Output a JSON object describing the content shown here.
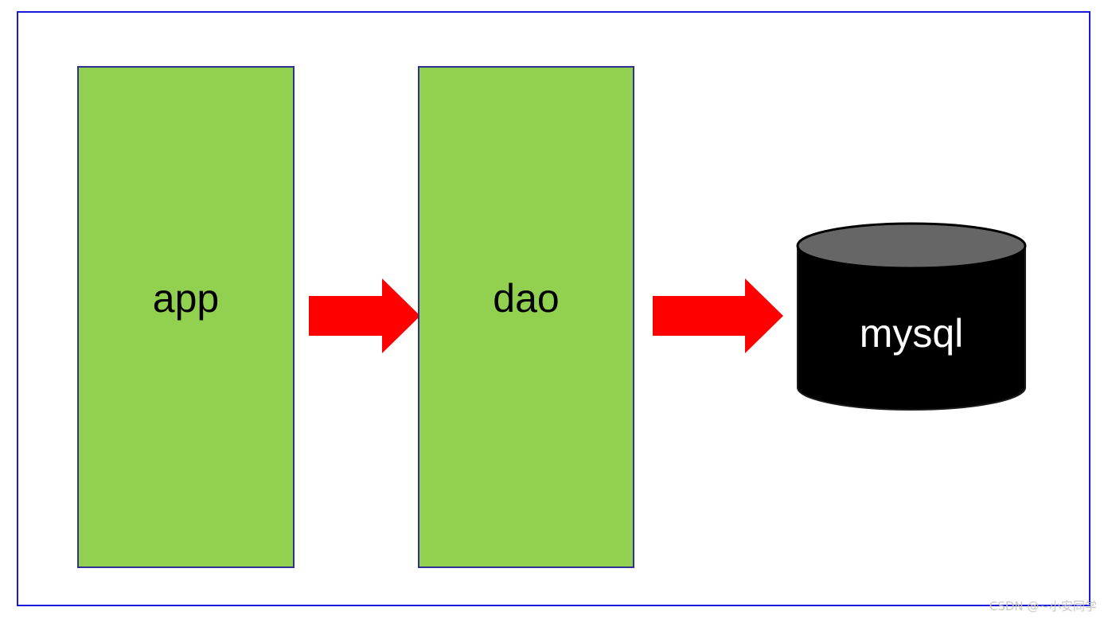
{
  "diagram": {
    "nodes": [
      {
        "id": "app",
        "label": "app",
        "shape": "rectangle"
      },
      {
        "id": "dao",
        "label": "dao",
        "shape": "rectangle"
      },
      {
        "id": "mysql",
        "label": "mysql",
        "shape": "cylinder"
      }
    ],
    "edges": [
      {
        "from": "app",
        "to": "dao"
      },
      {
        "from": "dao",
        "to": "mysql"
      }
    ],
    "colors": {
      "frame_border": "#1a1adb",
      "box_fill": "#92d050",
      "box_border": "#2e3192",
      "arrow": "#ff0000",
      "cylinder_body": "#000000",
      "cylinder_top": "#666666",
      "cylinder_text": "#ffffff"
    }
  },
  "watermark": "CSDN @~小安同学"
}
